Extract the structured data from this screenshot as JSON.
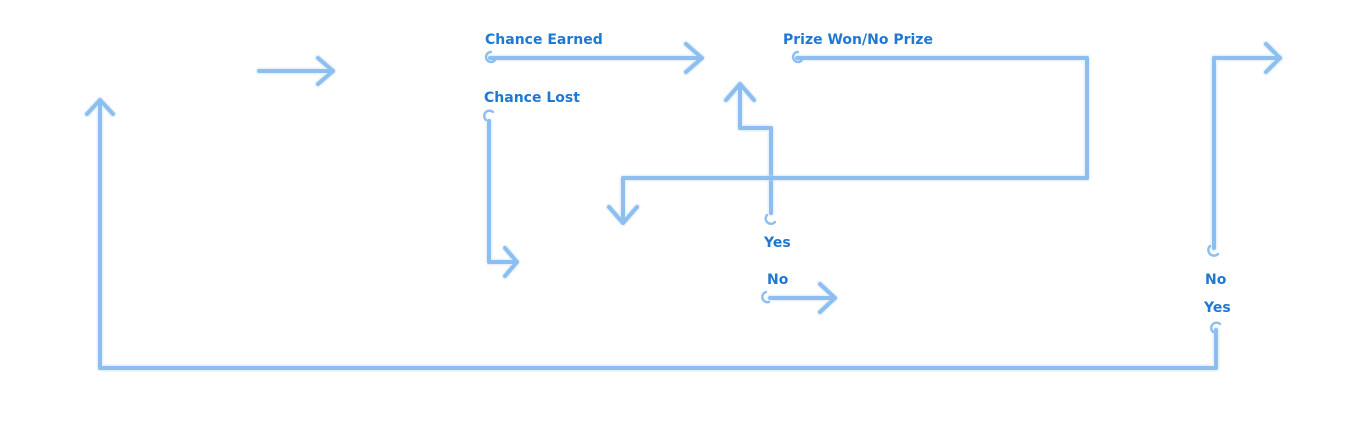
{
  "colors": {
    "connector": "#8cbef0",
    "connector_glow": "#bcd9f6",
    "label": "#1f78d1"
  },
  "labels": {
    "chance_earned": "Chance Earned",
    "chance_lost": "Chance Lost",
    "prize_won": "Prize Won/No Prize",
    "yes_middle": "Yes",
    "no_middle": "No",
    "no_right": "No",
    "yes_right": "Yes"
  }
}
